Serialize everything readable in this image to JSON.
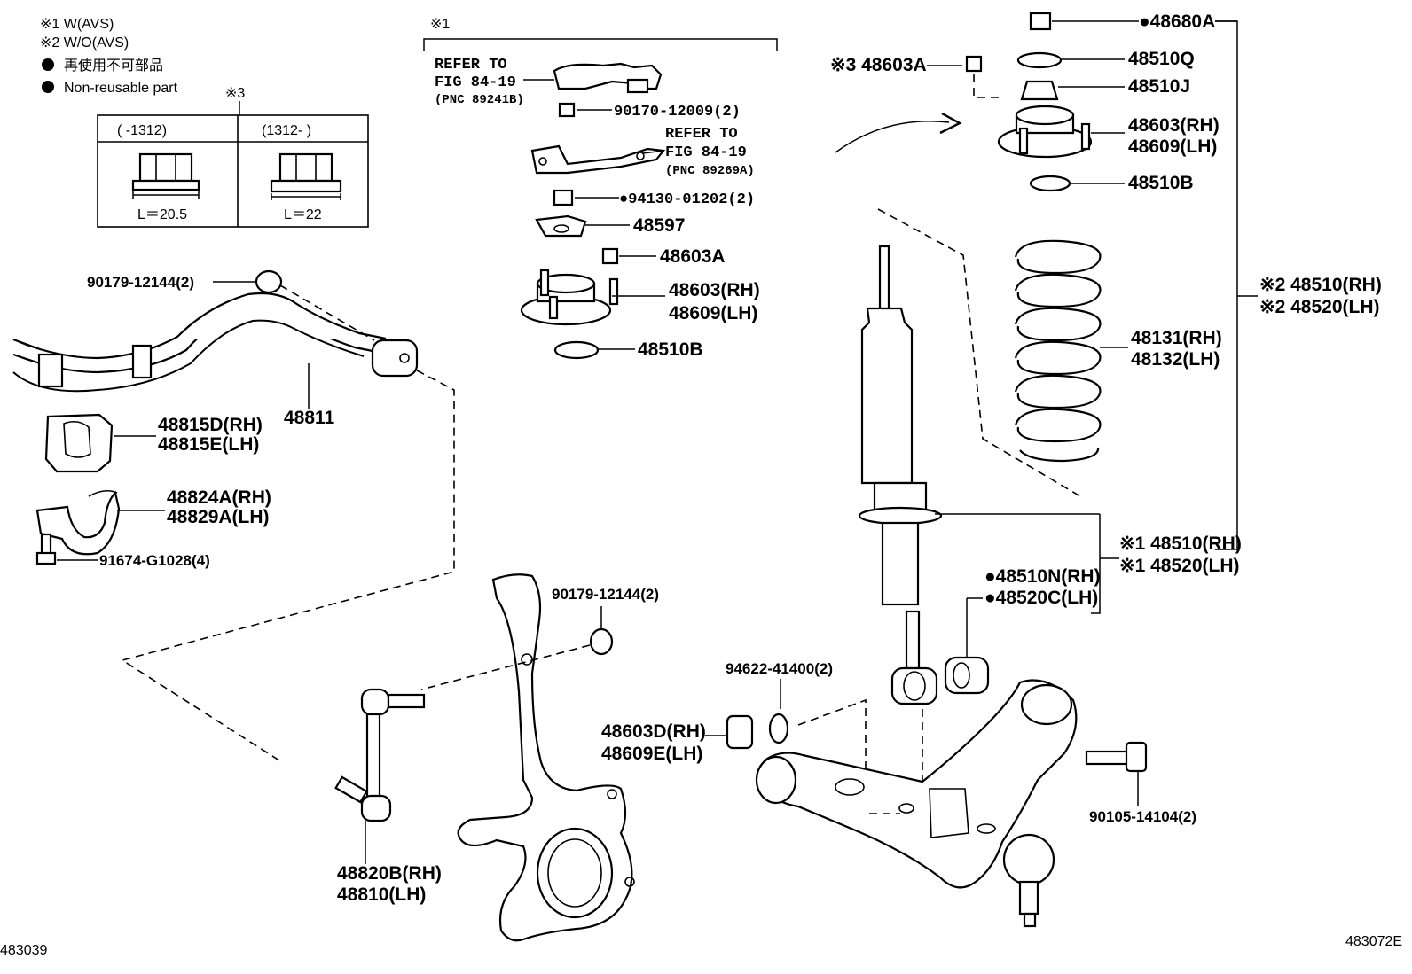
{
  "legend": {
    "note1": "※1  W(AVS)",
    "note2": "※2  W/O(AVS)",
    "dot_jp": "再使用不可部品",
    "dot_en": "Non-reusable part",
    "note3": "※3",
    "col1": "(     -1312)",
    "col2": "(1312-      )",
    "len1": "L＝20.5",
    "len2": "L＝22"
  },
  "group1": {
    "marker": "※1",
    "refer_a": [
      "REFER TO",
      "FIG 84-19",
      "(PNC 89241B)"
    ],
    "refer_b": [
      "REFER TO",
      "FIG 84-19",
      "(PNC 89269A)"
    ],
    "p1": "90170-12009(2)",
    "p2": "●94130-01202(2)",
    "p3": "48597",
    "p4": "48603A",
    "p5": [
      "48603(RH)",
      "48609(LH)"
    ],
    "p6": "48510B"
  },
  "right_parts": {
    "p48680A": "●48680A",
    "p48510Q": "48510Q",
    "p48510J": "48510J",
    "mount": [
      "48603(RH)",
      "48609(LH)"
    ],
    "p48510B": "48510B",
    "nut3": "※3 48603A",
    "spring": [
      "48131(RH)",
      "48132(LH)"
    ],
    "assy2": [
      "※2 48510(RH)",
      "※2 48520(LH)"
    ],
    "assy1": [
      "※1 48510(RH)",
      "※1 48520(LH)"
    ],
    "bush": [
      "●48510N(RH)",
      "●48520C(LH)"
    ],
    "washer": "94622-41400(2)",
    "bushing": [
      "48603D(RH)",
      "48609E(LH)"
    ],
    "bolt": "90105-14104(2)"
  },
  "left_parts": {
    "nut_top": "90179-12144(2)",
    "bar": "48811",
    "bush": [
      "48815D(RH)",
      "48815E(LH)"
    ],
    "bracket": [
      "48824A(RH)",
      "48829A(LH)"
    ],
    "bolt": "91674-G1028(4)",
    "nut_mid": "90179-12144(2)",
    "link": [
      "48820B(RH)",
      "48810(LH)"
    ]
  },
  "footer": {
    "left": "483039",
    "right": "483072E"
  }
}
